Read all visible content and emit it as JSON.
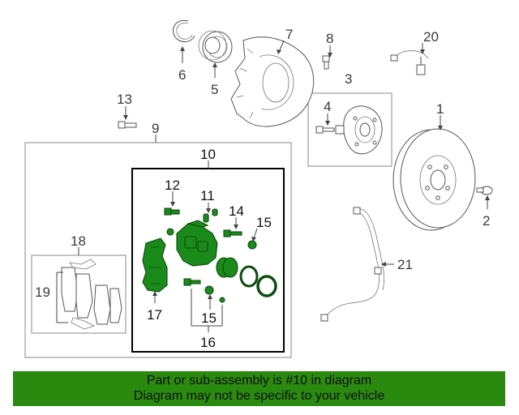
{
  "callouts": {
    "c1": "1",
    "c2": "2",
    "c3": "3",
    "c4": "4",
    "c5": "5",
    "c6": "6",
    "c7": "7",
    "c8": "8",
    "c9": "9",
    "c10": "10",
    "c11": "11",
    "c12": "12",
    "c13": "13",
    "c14": "14",
    "c15a": "15",
    "c15b": "15",
    "c16": "16",
    "c17": "17",
    "c18": "18",
    "c19": "19",
    "c20": "20",
    "c21": "21"
  },
  "banner": {
    "line1": "Part or sub-assembly is #10 in diagram",
    "line2": "Diagram may not be specific to your vehicle",
    "color": "#2a8a10"
  },
  "highlight_color": "#1a8a1a"
}
